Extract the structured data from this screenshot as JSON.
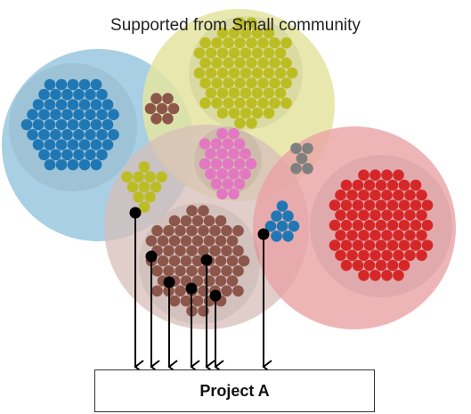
{
  "title": "Supported from Small community",
  "target": {
    "label": "Project A"
  },
  "communities": [
    {
      "name": "blue-community",
      "color": "#1f77b4",
      "dot_count": 60
    },
    {
      "name": "olive-community",
      "color": "#bcbd22",
      "dot_count": 70
    },
    {
      "name": "brown-community",
      "color": "#8c564b",
      "dot_count": 70
    },
    {
      "name": "pink-community",
      "color": "#e377c2",
      "dot_count": 24
    },
    {
      "name": "red-community",
      "color": "#d62728",
      "dot_count": 80
    },
    {
      "name": "small-brown-cluster",
      "color": "#8c564b",
      "dot_count": 7
    },
    {
      "name": "small-gray-cluster",
      "color": "#7f7f7f",
      "dot_count": 5
    },
    {
      "name": "small-olive-cluster",
      "color": "#bcbd22",
      "dot_count": 11
    },
    {
      "name": "small-blue-cluster",
      "color": "#1f77b4",
      "dot_count": 8
    }
  ],
  "contributor_count": 7,
  "colors": {
    "node": "#000000",
    "big_blue_circle": "#9ecae1",
    "big_olive_circle": "#e4e4a0",
    "big_brown_circle": "#d7bdb8",
    "big_red_circle": "#eaa3a5"
  }
}
